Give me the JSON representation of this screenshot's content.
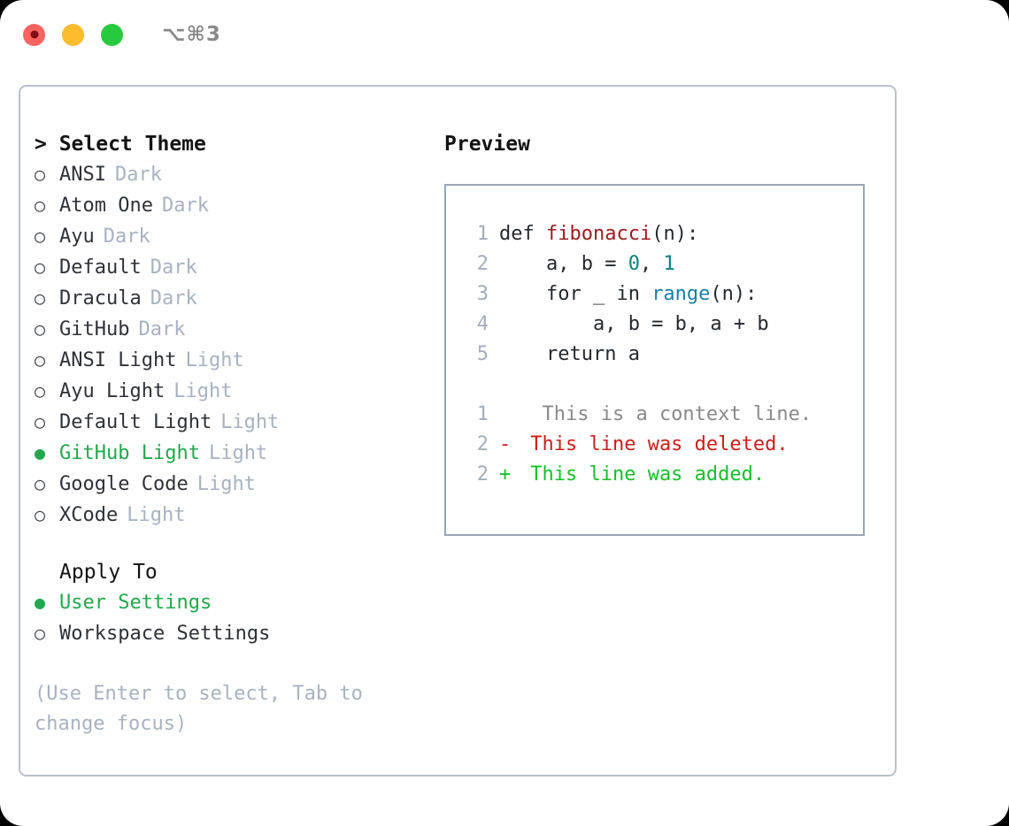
{
  "window": {
    "shortcut": "⌥⌘3",
    "traffic_lights": [
      {
        "name": "close-button",
        "color": "#fc6360",
        "recording": true
      },
      {
        "name": "minimize-button",
        "color": "#fdbc2e",
        "recording": false
      },
      {
        "name": "maximize-button",
        "color": "#27c93f",
        "recording": false
      }
    ]
  },
  "theme_section": {
    "header": "> Select Theme",
    "options": [
      {
        "bullet": "○",
        "label": "ANSI",
        "suffix": "Dark",
        "selected": false
      },
      {
        "bullet": "○",
        "label": "Atom One",
        "suffix": "Dark",
        "selected": false
      },
      {
        "bullet": "○",
        "label": "Ayu",
        "suffix": "Dark",
        "selected": false
      },
      {
        "bullet": "○",
        "label": "Default",
        "suffix": "Dark",
        "selected": false
      },
      {
        "bullet": "○",
        "label": "Dracula",
        "suffix": "Dark",
        "selected": false
      },
      {
        "bullet": "○",
        "label": "GitHub",
        "suffix": "Dark",
        "selected": false
      },
      {
        "bullet": "○",
        "label": "ANSI Light",
        "suffix": "Light",
        "selected": false
      },
      {
        "bullet": "○",
        "label": "Ayu Light",
        "suffix": "Light",
        "selected": false
      },
      {
        "bullet": "○",
        "label": "Default Light",
        "suffix": "Light",
        "selected": false
      },
      {
        "bullet": "●",
        "label": "GitHub Light",
        "suffix": "Light",
        "selected": true
      },
      {
        "bullet": "○",
        "label": "Google Code",
        "suffix": "Light",
        "selected": false
      },
      {
        "bullet": "○",
        "label": "XCode",
        "suffix": "Light",
        "selected": false
      }
    ]
  },
  "apply_section": {
    "header": "Apply To",
    "options": [
      {
        "bullet": "●",
        "label": "User Settings",
        "suffix": "",
        "selected": true
      },
      {
        "bullet": "○",
        "label": "Workspace Settings",
        "suffix": "",
        "selected": false
      }
    ]
  },
  "hint": "(Use Enter to select, Tab to change focus)",
  "preview": {
    "title": "Preview",
    "code_lines": [
      {
        "lineno": "1",
        "segments": [
          {
            "t": "def ",
            "c": "plain"
          },
          {
            "t": "fibonacci",
            "c": "fn"
          },
          {
            "t": "(n):",
            "c": "plain"
          }
        ]
      },
      {
        "lineno": "2",
        "segments": [
          {
            "t": "    a, b = ",
            "c": "plain"
          },
          {
            "t": "0",
            "c": "num"
          },
          {
            "t": ", ",
            "c": "plain"
          },
          {
            "t": "1",
            "c": "num"
          }
        ]
      },
      {
        "lineno": "3",
        "segments": [
          {
            "t": "    for _ in ",
            "c": "plain"
          },
          {
            "t": "range",
            "c": "call"
          },
          {
            "t": "(n):",
            "c": "plain"
          }
        ]
      },
      {
        "lineno": "4",
        "segments": [
          {
            "t": "        a, b = b, a + b",
            "c": "plain"
          }
        ]
      },
      {
        "lineno": "5",
        "segments": [
          {
            "t": "    return a",
            "c": "plain"
          }
        ]
      }
    ],
    "diff_lines": [
      {
        "lineno": "1",
        "marker": " ",
        "text": "  This is a context line.",
        "kind": "ctx"
      },
      {
        "lineno": "2",
        "marker": "-",
        "text": " This line was deleted.",
        "kind": "del"
      },
      {
        "lineno": "2",
        "marker": "+",
        "text": " This line was added.",
        "kind": "add"
      }
    ]
  },
  "colors": {
    "accent_green": "#22a84c",
    "muted": "#a8b2c1",
    "panel_border": "#b9c0cc",
    "preview_border": "#9aa5b5",
    "syntax_function": "#9b1c20",
    "syntax_number": "#0d8080",
    "syntax_call": "#1a7fa8",
    "diff_deleted": "#c9201a",
    "diff_added": "#16bf2a",
    "diff_context": "#8a8a8a"
  }
}
